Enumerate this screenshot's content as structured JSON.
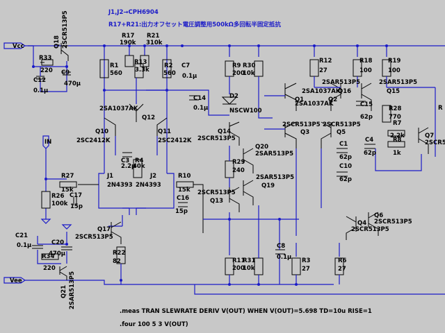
{
  "title": {
    "line1": "J1,J2→CPH6904",
    "line2": "R17+R21:出力オフセット電圧調整用500kΩ多回転半固定抵抗"
  },
  "ports": {
    "vcc": "Vcc",
    "vee": "Vee",
    "in": "IN",
    "out_partial": "R"
  },
  "components": [
    {
      "ref": "Q18",
      "value": "2SCR513P5"
    },
    {
      "ref": "R33",
      "value": "220"
    },
    {
      "ref": "C9",
      "value": "470µ"
    },
    {
      "ref": "C12",
      "value": "0.1µ"
    },
    {
      "ref": "R17",
      "value": "190k"
    },
    {
      "ref": "R21",
      "value": "310k"
    },
    {
      "ref": "R1",
      "value": "560"
    },
    {
      "ref": "R13",
      "value": "3.3k"
    },
    {
      "ref": "R2",
      "value": "560"
    },
    {
      "ref": "C7",
      "value": "0.1µ"
    },
    {
      "ref": "R9",
      "value": "200"
    },
    {
      "ref": "R30",
      "value": "10k"
    },
    {
      "ref": "R12",
      "value": "27"
    },
    {
      "ref": "R18",
      "value": "100"
    },
    {
      "ref": "R19",
      "value": "100"
    },
    {
      "ref": "Q16",
      "value": "2SAR513P5"
    },
    {
      "ref": "Q15",
      "value": "2SAR513P5"
    },
    {
      "ref": "Q1",
      "value": "2SA1037AK"
    },
    {
      "ref": "Q2",
      "value": "2SA1037AK"
    },
    {
      "ref": "C14",
      "value": "0.1µ"
    },
    {
      "ref": "D2",
      "value": "NSCW100"
    },
    {
      "ref": "Q12",
      "value": "2SA1037AK"
    },
    {
      "ref": "Q10",
      "value": "2SC2412K"
    },
    {
      "ref": "Q11",
      "value": "2SC2412K"
    },
    {
      "ref": "Q14",
      "value": "2SCR513P5"
    },
    {
      "ref": "Q3",
      "value": "2SCR513P5"
    },
    {
      "ref": "Q5",
      "value": "2SCR513P5"
    },
    {
      "ref": "C15",
      "value": "62p"
    },
    {
      "ref": "R28",
      "value": "770"
    },
    {
      "ref": "R7",
      "value": "2.2k"
    },
    {
      "ref": "R8",
      "value": "1k"
    },
    {
      "ref": "C4",
      "value": "62p"
    },
    {
      "ref": "Q7",
      "value": "2SCR5"
    },
    {
      "ref": "C1",
      "value": "62p"
    },
    {
      "ref": "C10",
      "value": "62p"
    },
    {
      "ref": "C3",
      "value": "2.2µ"
    },
    {
      "ref": "R4",
      "value": "40k"
    },
    {
      "ref": "Q20",
      "value": "2SAR513P5"
    },
    {
      "ref": "R29",
      "value": "240"
    },
    {
      "ref": "J1",
      "value": "2N4393"
    },
    {
      "ref": "J2",
      "value": "2N4393"
    },
    {
      "ref": "R27",
      "value": "15k"
    },
    {
      "ref": "R10",
      "value": "15k"
    },
    {
      "ref": "Q19",
      "value": "2SAR513P5"
    },
    {
      "ref": "Q13",
      "value": "2SCR513P5"
    },
    {
      "ref": "R26",
      "value": "100k"
    },
    {
      "ref": "C17",
      "value": "15p"
    },
    {
      "ref": "C16",
      "value": "15p"
    },
    {
      "ref": "Q6",
      "value": "2SCR513P5"
    },
    {
      "ref": "Q4",
      "value": "2SCR513P5"
    },
    {
      "ref": "Q17",
      "value": "2SCR513P5"
    },
    {
      "ref": "C21",
      "value": "0.1µ"
    },
    {
      "ref": "C20",
      "value": "470µ"
    },
    {
      "ref": "R34",
      "value": "220"
    },
    {
      "ref": "R22",
      "value": "82"
    },
    {
      "ref": "C8",
      "value": "0.1µ"
    },
    {
      "ref": "R11",
      "value": "200"
    },
    {
      "ref": "R31",
      "value": "10k"
    },
    {
      "ref": "R3",
      "value": "27"
    },
    {
      "ref": "R6",
      "value": "27"
    },
    {
      "ref": "Q21",
      "value": "2SAR513P5"
    }
  ],
  "directives": [
    ".meas TRAN SLEWRATE DERIV V(OUT) WHEN V(OUT)=5.698 TD=10u RISE=1",
    ".four 100 5 3 V(OUT)"
  ]
}
